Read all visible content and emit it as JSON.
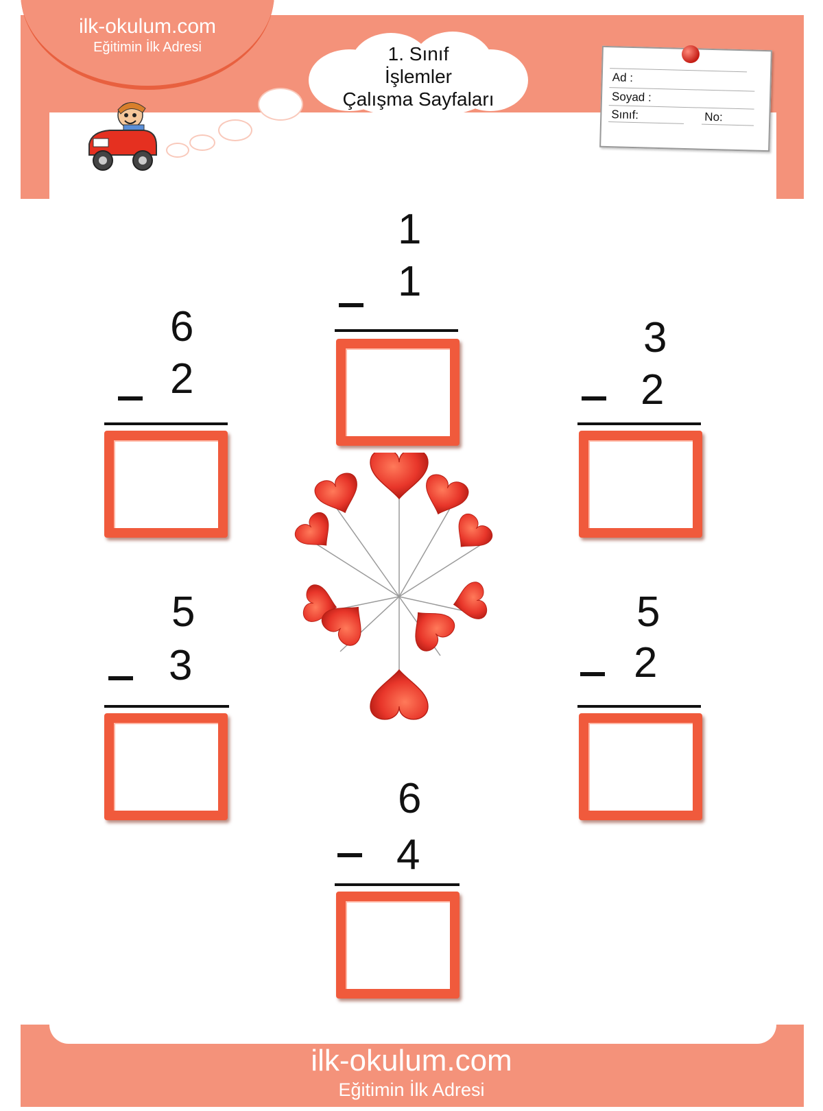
{
  "header": {
    "logo_title": "ilk-okulum.com",
    "logo_subtitle": "Eğitimin İlk Adresi",
    "title_lines": [
      "1. Sınıf",
      "İşlemler",
      "Çalışma Sayfaları"
    ]
  },
  "name_card": {
    "ad_label": "Ad :",
    "soyad_label": "Soyad :",
    "sinif_label": "Sınıf:",
    "no_label": "No:"
  },
  "problems": [
    {
      "top": "1",
      "bottom": "1",
      "operator": "−"
    },
    {
      "top": "6",
      "bottom": "2",
      "operator": "−"
    },
    {
      "top": "3",
      "bottom": "2",
      "operator": "−"
    },
    {
      "top": "5",
      "bottom": "3",
      "operator": "−"
    },
    {
      "top": "5",
      "bottom": "2",
      "operator": "−"
    },
    {
      "top": "6",
      "bottom": "4",
      "operator": "−"
    }
  ],
  "footer": {
    "title": "ilk-okulum.com",
    "subtitle": "Eğitimin İlk Adresi"
  },
  "colors": {
    "brand_salmon": "#f4927a",
    "box_red": "#f05a3c",
    "heart_red": "#e8362a"
  },
  "icons": [
    "cartoon-car-icon",
    "push-pin-icon",
    "heart-bouquet-icon"
  ]
}
